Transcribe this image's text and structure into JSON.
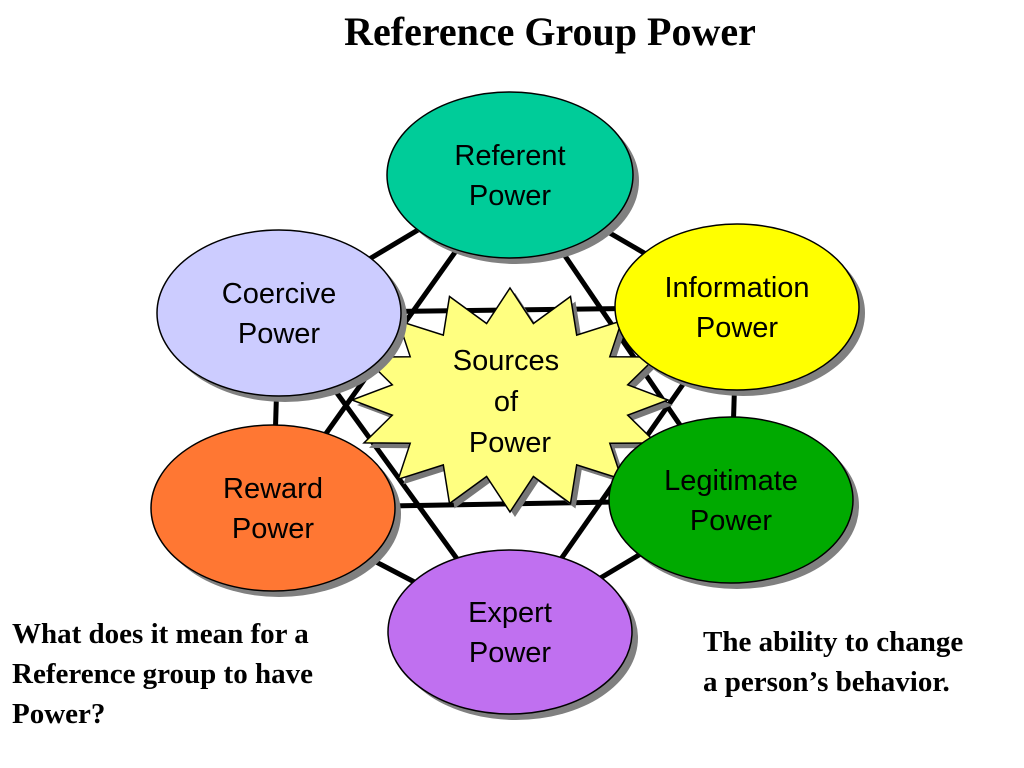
{
  "title": "Reference Group Power",
  "center": {
    "lines": [
      "Sources",
      "of",
      "Power"
    ],
    "color": "#FFFF80"
  },
  "nodes": [
    {
      "id": "referent",
      "lines": [
        "Referent",
        "Power"
      ],
      "color": "#00CC99"
    },
    {
      "id": "information",
      "lines": [
        "Information",
        "Power"
      ],
      "color": "#FFFF00"
    },
    {
      "id": "legitimate",
      "lines": [
        "Legitimate",
        "Power"
      ],
      "color": "#00AA00"
    },
    {
      "id": "expert",
      "lines": [
        "Expert",
        "Power"
      ],
      "color": "#C070F0"
    },
    {
      "id": "reward",
      "lines": [
        "Reward",
        "Power"
      ],
      "color": "#FF7733"
    },
    {
      "id": "coercive",
      "lines": [
        "Coercive",
        "Power"
      ],
      "color": "#CCCCFF"
    }
  ],
  "question": [
    "What does it mean for a",
    "Reference group to have",
    "Power?"
  ],
  "answer": [
    "The ability to change",
    "a person’s behavior."
  ]
}
